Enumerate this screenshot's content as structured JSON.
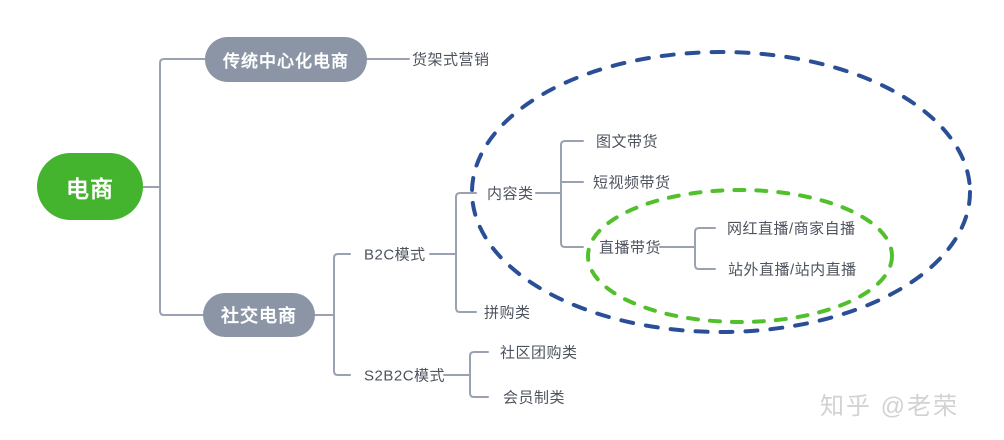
{
  "tree": {
    "root": "电商",
    "children": [
      {
        "label": "传统中心化电商",
        "children": [
          {
            "label": "货架式营销"
          }
        ]
      },
      {
        "label": "社交电商",
        "children": [
          {
            "label": "B2C模式",
            "children": [
              {
                "label": "内容类",
                "children": [
                  {
                    "label": "图文带货"
                  },
                  {
                    "label": "短视频带货"
                  },
                  {
                    "label": "直播带货",
                    "children": [
                      {
                        "label": "网红直播/商家自播"
                      },
                      {
                        "label": "站外直播/站内直播"
                      }
                    ]
                  }
                ]
              },
              {
                "label": "拼购类"
              }
            ]
          },
          {
            "label": "S2B2C模式",
            "children": [
              {
                "label": "社区团购类"
              },
              {
                "label": "会员制类"
              }
            ]
          }
        ]
      }
    ]
  },
  "annotations": {
    "blue_ellipse_scope": "内容类电商区域",
    "green_ellipse_scope": "直播带货区域"
  },
  "watermark": "知乎 @老荣",
  "colors": {
    "root_node": "#44b32e",
    "branch_node": "#8b95a6",
    "connector": "#9aa2b1",
    "label_text": "#4e545e",
    "blue_ellipse": "#2b4f96",
    "green_ellipse": "#52c02c",
    "watermark_text": "#d2d2d2",
    "background": "#ffffff"
  }
}
